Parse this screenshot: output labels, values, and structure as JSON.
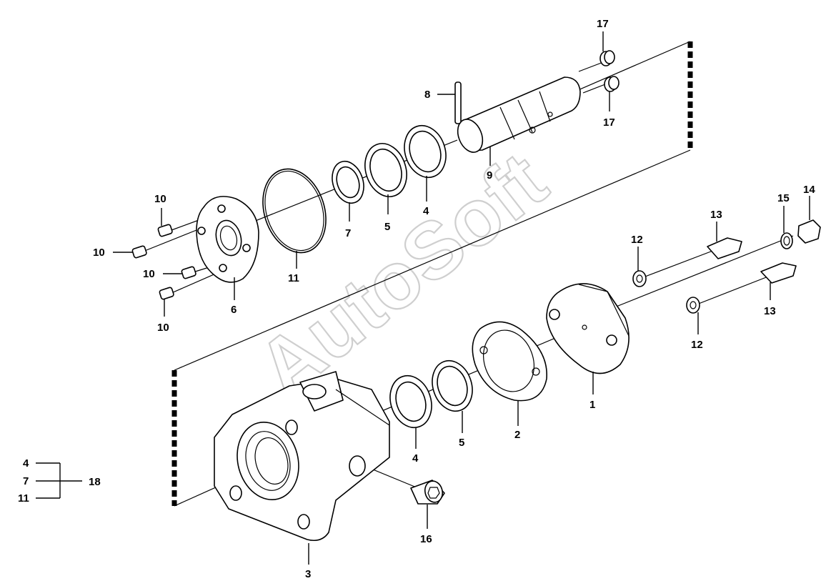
{
  "watermark": "AutoSoft",
  "callouts": {
    "c1": "1",
    "c2": "2",
    "c3": "3",
    "c4a": "4",
    "c4b": "4",
    "c4c": "4",
    "c5a": "5",
    "c5b": "5",
    "c6": "6",
    "c7a": "7",
    "c7b": "7",
    "c8": "8",
    "c9": "9",
    "c10a": "10",
    "c10b": "10",
    "c10c": "10",
    "c10d": "10",
    "c11a": "11",
    "c11b": "11",
    "c12a": "12",
    "c12b": "12",
    "c13a": "13",
    "c13b": "13",
    "c14": "14",
    "c15": "15",
    "c16": "16",
    "c17a": "17",
    "c17b": "17",
    "c18": "18"
  },
  "kit_note": {
    "members": [
      "4",
      "7",
      "11"
    ],
    "kit": "18"
  }
}
